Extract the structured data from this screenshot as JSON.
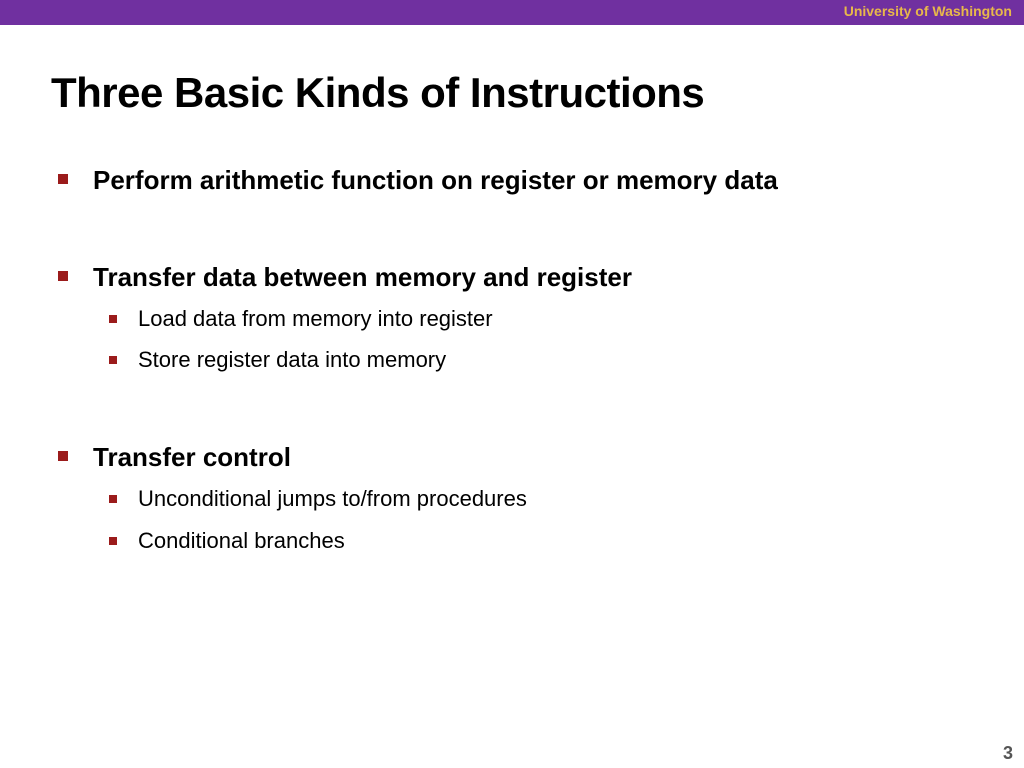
{
  "header": {
    "institution": "University of Washington"
  },
  "slide": {
    "title": "Three Basic Kinds of Instructions",
    "bullets": [
      {
        "text": "Perform arithmetic function on register or memory data",
        "subbullets": []
      },
      {
        "text": "Transfer data between memory and register",
        "subbullets": [
          "Load data from memory into register",
          "Store register data into memory"
        ]
      },
      {
        "text": "Transfer control",
        "subbullets": [
          "Unconditional jumps to/from procedures",
          "Conditional branches"
        ]
      }
    ],
    "page_number": "3"
  },
  "colors": {
    "header_bar": "#7030a0",
    "header_text": "#e8b84a",
    "bullet_marker": "#9b1b1b"
  }
}
